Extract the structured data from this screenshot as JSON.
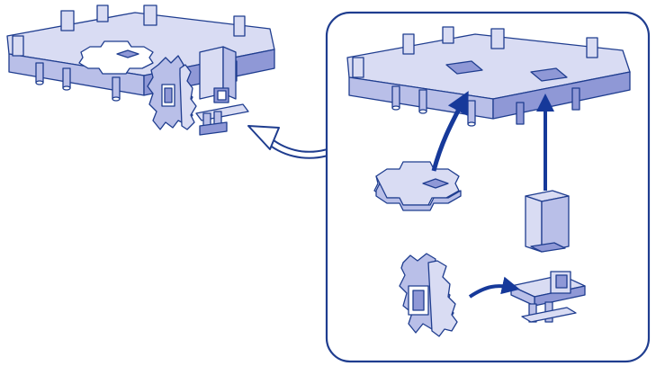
{
  "figure": {
    "kind": "assembly-instruction",
    "colors": {
      "outline": "#1f3d8f",
      "face_light": "#d9dcf3",
      "face_mid": "#b9bfe8",
      "face_dark": "#8f98d6",
      "arrow": "#16399a",
      "frame": "#1f3d8f"
    },
    "parts": {
      "assembled_unit": {
        "icon": "assembled-axle-unit",
        "contains": [
          "base-plate",
          "flat-gear",
          "upright-gear",
          "axle-block",
          "cross-connector"
        ]
      },
      "detail_panel": {
        "icon": "rounded-frame",
        "contains": [
          "base-plate",
          "flat-gear",
          "square-axle",
          "upright-gear",
          "cross-connector"
        ]
      }
    },
    "steps": [
      {
        "from": "flat-gear",
        "to": "base-plate"
      },
      {
        "from": "square-axle",
        "to": "base-plate"
      },
      {
        "from": "upright-gear",
        "to": "cross-connector"
      },
      {
        "from": "detail-panel",
        "to": "assembled-unit"
      }
    ]
  }
}
